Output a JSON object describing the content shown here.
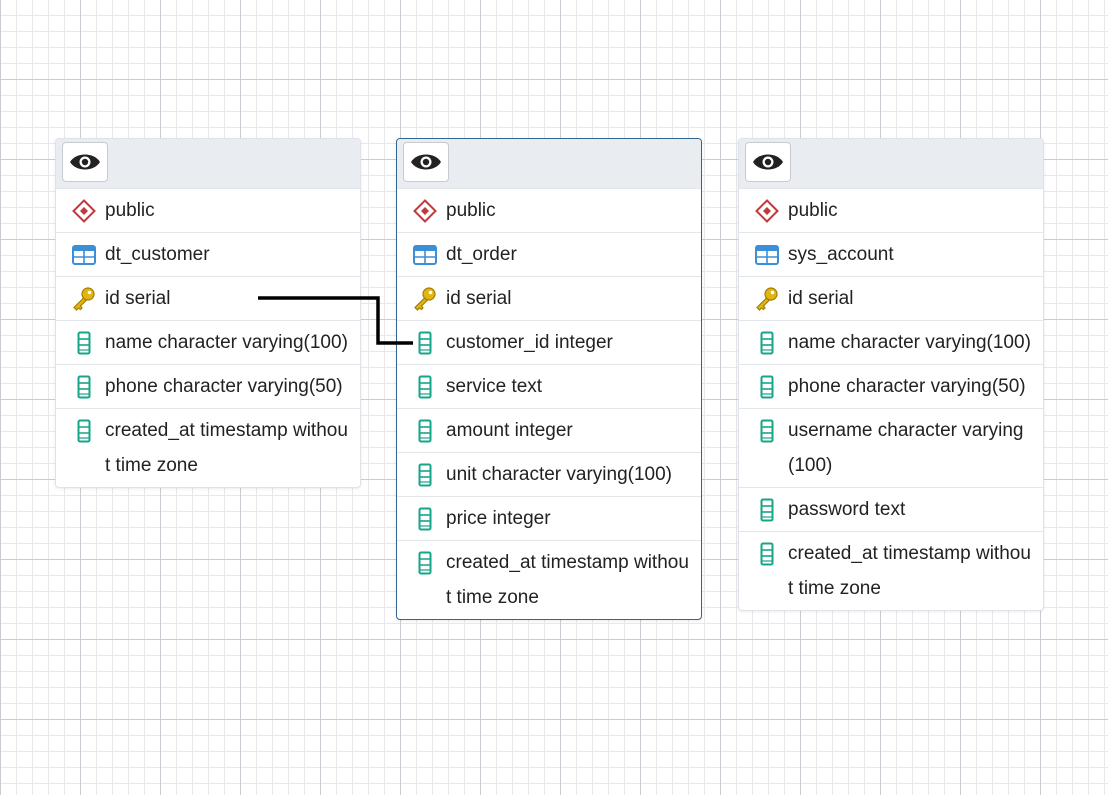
{
  "tables": [
    {
      "schema": "public",
      "name": "dt_customer",
      "columns": [
        {
          "label": "id serial",
          "icon": "key-icon"
        },
        {
          "label": "name character varying(100)",
          "icon": "column-icon"
        },
        {
          "label": "phone character varying(50)",
          "icon": "column-icon"
        },
        {
          "label": "created_at timestamp without time zone",
          "icon": "column-icon"
        }
      ]
    },
    {
      "schema": "public",
      "name": "dt_order",
      "columns": [
        {
          "label": "id serial",
          "icon": "key-icon"
        },
        {
          "label": "customer_id integer",
          "icon": "column-icon"
        },
        {
          "label": "service text",
          "icon": "column-icon"
        },
        {
          "label": "amount integer",
          "icon": "column-icon"
        },
        {
          "label": "unit character varying(100)",
          "icon": "column-icon"
        },
        {
          "label": "price integer",
          "icon": "column-icon"
        },
        {
          "label": "created_at timestamp without time zone",
          "icon": "column-icon"
        }
      ]
    },
    {
      "schema": "public",
      "name": "sys_account",
      "columns": [
        {
          "label": "id serial",
          "icon": "key-icon"
        },
        {
          "label": "name character varying(100)",
          "icon": "column-icon"
        },
        {
          "label": "phone character varying(50)",
          "icon": "column-icon"
        },
        {
          "label": "username character varying(100)",
          "icon": "column-icon"
        },
        {
          "label": "password text",
          "icon": "column-icon"
        },
        {
          "label": "created_at timestamp without time zone",
          "icon": "column-icon"
        }
      ]
    }
  ],
  "relation": {
    "from": "dt_customer.id",
    "to": "dt_order.customer_id"
  },
  "colors": {
    "schema_icon": "#c0393b",
    "table_icon": "#3a8fd6",
    "key_icon": "#e3b512",
    "column_icon": "#17a589",
    "selected_border": "#326690",
    "link": "#000000"
  }
}
